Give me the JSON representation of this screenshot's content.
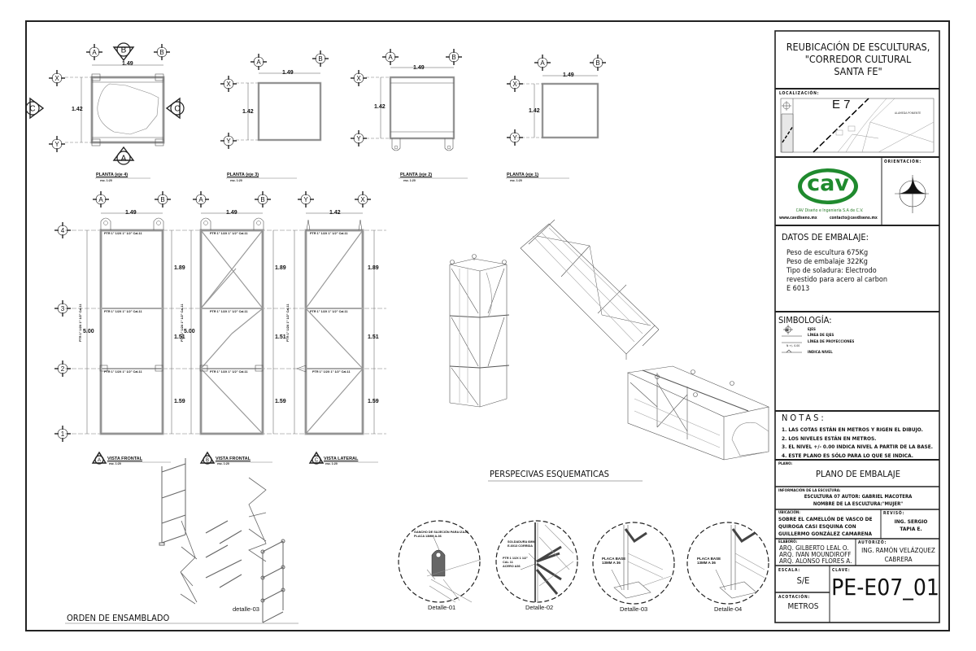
{
  "title_block": {
    "project_title": [
      "REUBICACIÓN DE ESCULTURAS,",
      "\"CORREDOR CULTURAL",
      "SANTA FE\""
    ],
    "localizacion_label": "LOCALIZACIÓN:",
    "localizacion_zone": "E 7",
    "localizacion_street": "ALAMEDA PONIENTE",
    "orientacion_label": "ORIENTACIÓN:",
    "company": {
      "logo_text": "cav",
      "name": "CAV Diseño e Ingeniería S.A de C.V.",
      "website": "www.cavdiseno.mx",
      "email": "contacto@cavdiseno.mx",
      "brand_color": "#1f8a2e"
    },
    "datos": {
      "heading": "DATOS DE EMBALAJE:",
      "lines": [
        "Peso de escultura 675Kg",
        "Peso de embalaje 322Kg",
        "Tipo de soladura: Electrodo",
        "revestido para acero al carbon",
        "E 6013"
      ]
    },
    "simbologia": {
      "heading": "SIMBOLOGÍA:",
      "items": [
        {
          "icon": "axis-marker-icon",
          "label": "EJES",
          "marker": "A"
        },
        {
          "icon": "axis-line-icon",
          "label": "LÍNEA DE EJES"
        },
        {
          "icon": "projection-line-icon",
          "label": "LÍNEA DE PROYECCIONES",
          "marker": "N +/- 0.00"
        },
        {
          "icon": "level-icon",
          "label": "INDICA NIVEL"
        }
      ]
    },
    "notas": {
      "heading": "NOTAS:",
      "items": [
        "1. LAS COTAS ESTÁN EN METROS Y  RIGEN EL DIBUJO.",
        "2. LOS NIVELES ESTÁN EN METROS.",
        "3. EL NIVEL +/- 0.00 INDICA NIVEL A PARTIR DE LA BASE.",
        "4. ESTE PLANO ES SÓLO PARA LO QUE SE INDICA."
      ]
    },
    "plano": {
      "label": "PLANO:",
      "value": "PLANO DE EMBALAJE"
    },
    "info_escultura": {
      "label": "INFORMACIÓN DE LA ESCULTURA:",
      "line1": "ESCULTURA 07 AUTOR: GABRIEL MACOTERA",
      "line2": "NOMBRE DE LA ESCULTURA:\"MUJER\""
    },
    "ubicacion": {
      "label": "UBICACIÓN:",
      "lines": [
        "SOBRE EL CAMELLÓN DE VASCO DE",
        "QUIROGA CASI ESQUINA CON",
        "GUILLERMO GONZÁLEZ CAMARENA"
      ]
    },
    "reviso": {
      "label": "REVISÓ:",
      "lines": [
        "ING. SERGIO",
        "TAPIA E."
      ]
    },
    "elaboro": {
      "label": "ELABORÓ:",
      "lines": [
        "ARQ. GILBERTO LEAL O.",
        "ARQ. IVAN MOUNDIROFF",
        "ARQ. ALONSO FLORES A."
      ]
    },
    "autorizo": {
      "label": "AUTORIZÓ:",
      "lines": [
        "ING. RAMÓN VELÁZQUEZ",
        "CABRERA"
      ]
    },
    "escala": {
      "label": "ESCALA:",
      "value": "S/E"
    },
    "acotacion": {
      "label": "ACOTACIÓN:",
      "value": "METROS"
    },
    "clave": {
      "label": "CLAVE:",
      "value": "PE-E07_01"
    }
  },
  "drawings": {
    "axis_markers": {
      "a": "A",
      "b": "B",
      "c": "C",
      "x": "X",
      "y": "Y",
      "l1": "1",
      "l2": "2",
      "l3": "3",
      "l4": "4"
    },
    "plans": [
      {
        "label": "PLANTA (eje 4)",
        "scale": "esc. 1:20",
        "width": "1.49",
        "depth": "1.42"
      },
      {
        "label": "PLANTA (eje 3)",
        "scale": "esc. 1:20",
        "width": "1.49",
        "depth": "1.42"
      },
      {
        "label": "PLANTA (eje 2)",
        "scale": "esc. 1:20",
        "width": "1.49",
        "depth": "1.42"
      },
      {
        "label": "PLANTA (eje 1)",
        "scale": "esc. 1:20",
        "width": "1.49",
        "depth": "1.42"
      }
    ],
    "elevations": [
      {
        "marker": "A",
        "label": "VISTA FRONTAL",
        "scale": "esc. 1:20",
        "width": "1.49"
      },
      {
        "marker": "B",
        "label": "VISTA FRONTAL",
        "scale": "esc. 1:20",
        "width": "1.49"
      },
      {
        "marker": "C",
        "label": "VISTA LATERAL",
        "scale": "esc. 1:20",
        "width": "1.42"
      }
    ],
    "elevation_dims": {
      "total": "5.00",
      "upper": "1.89",
      "middle": "1.51",
      "lower": "1.59"
    },
    "profile_spec": "PTR 1\" 1/2X 1\" 1/2\" Cal.11",
    "perspectives_caption": "PERSPECIVAS ESQUEMATICAS",
    "assembly_caption": "ORDEN DE ENSAMBLADO",
    "assembly_detail": "detalle-03",
    "details": [
      {
        "caption": "Detalle-01",
        "note": [
          "GANCHO DE SUJECIÓN PARA IZAJE",
          "PLACA 13MM  A-36"
        ]
      },
      {
        "caption": "Detalle-02",
        "note": [
          "SOLDADURA 6MM",
          "E-6013 CORRIDA"
        ],
        "note2": [
          "PTR 1 1/2X 1 1/2\"",
          "CAL 11",
          "ACERO A36"
        ]
      },
      {
        "caption": "Detalle-03",
        "note": [
          "PLACA BASE",
          "13MM A 36"
        ]
      },
      {
        "caption": "Detalle-04",
        "note": [
          "PLACA BASE",
          "13MM A 36"
        ]
      }
    ]
  }
}
